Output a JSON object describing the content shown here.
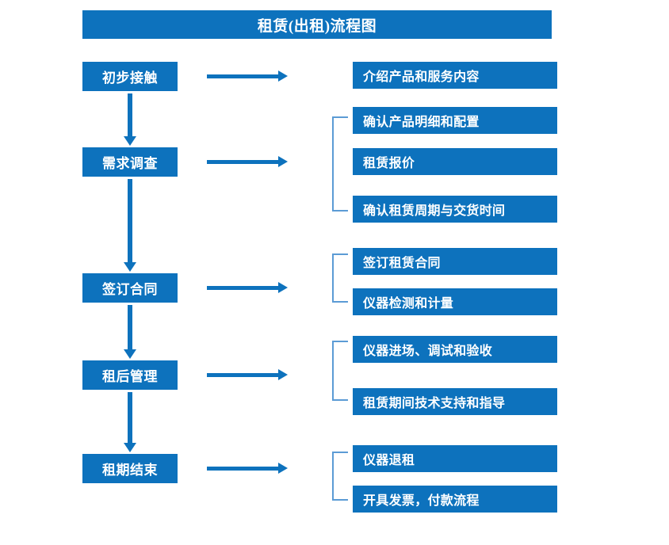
{
  "title": "租赁(出租)流程图",
  "colors": {
    "box_blue": "#0d72bd",
    "bracket_blue": "#5b9bd5",
    "text_white": "#ffffff",
    "background": "#ffffff"
  },
  "stages": [
    {
      "id": "stage-1",
      "label": "初步接触"
    },
    {
      "id": "stage-2",
      "label": "需求调查"
    },
    {
      "id": "stage-3",
      "label": "签订合同"
    },
    {
      "id": "stage-4",
      "label": "租后管理"
    },
    {
      "id": "stage-5",
      "label": "租期结束"
    }
  ],
  "details": [
    {
      "id": "detail-1",
      "label": "介绍产品和服务内容"
    },
    {
      "id": "detail-2",
      "label": "确认产品明细和配置"
    },
    {
      "id": "detail-3",
      "label": "租赁报价"
    },
    {
      "id": "detail-4",
      "label": "确认租赁周期与交货时间"
    },
    {
      "id": "detail-5",
      "label": "签订租赁合同"
    },
    {
      "id": "detail-6",
      "label": "仪器检测和计量"
    },
    {
      "id": "detail-7",
      "label": "仪器进场、调试和验收"
    },
    {
      "id": "detail-8",
      "label": "租赁期间技术支持和指导"
    },
    {
      "id": "detail-9",
      "label": "仪器退租"
    },
    {
      "id": "detail-10",
      "label": "开具发票，付款流程"
    }
  ],
  "connectors": {
    "horizontal_arrows": 5,
    "vertical_arrows": 4,
    "brackets": 4
  }
}
